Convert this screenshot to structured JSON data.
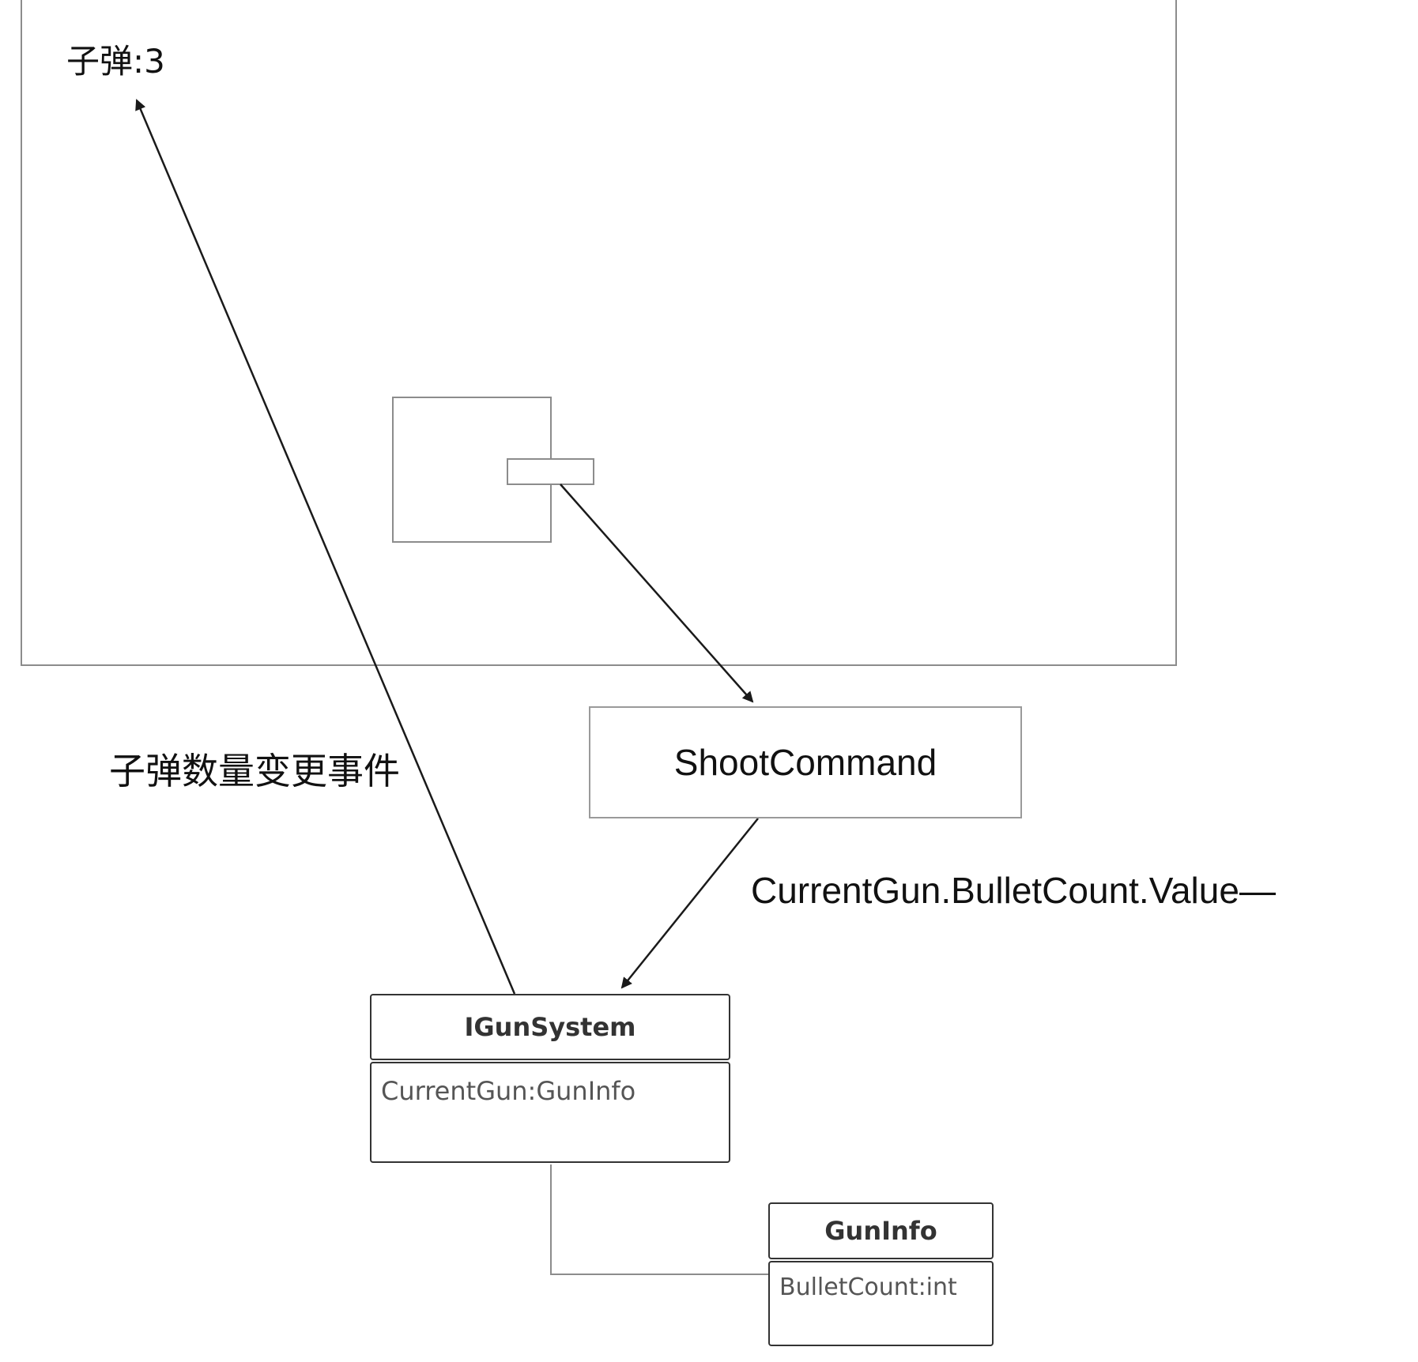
{
  "screen": {
    "bullet_label": "子弹:3"
  },
  "event": {
    "label": "子弹数量变更事件"
  },
  "command": {
    "title": "ShootCommand",
    "operation_label": "CurrentGun.BulletCount.Value—"
  },
  "gun_system": {
    "title": "IGunSystem",
    "field": "CurrentGun:GunInfo"
  },
  "gun_info": {
    "title": "GunInfo",
    "field": "BulletCount:int"
  },
  "colors": {
    "frame": "#8c8c8c",
    "arrow": "#1a1a1a",
    "uml_border": "#333333"
  }
}
